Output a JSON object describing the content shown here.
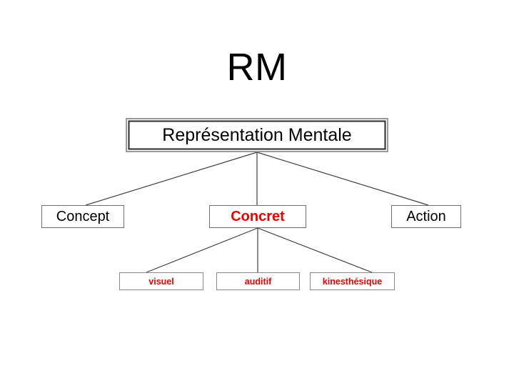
{
  "slide": {
    "title": "RM",
    "background": "#ffffff"
  },
  "colors": {
    "accent_red": "#EE0000",
    "text_black": "#000000",
    "line_gray": "#3f3f3f",
    "border_gray": "#6e6e6e"
  },
  "diagram": {
    "type": "tree",
    "root": {
      "label": "Représentation Mentale",
      "color": "#000000"
    },
    "level2": [
      {
        "label": "Concept",
        "color": "#000000"
      },
      {
        "label": "Concret",
        "color": "#EE0000"
      },
      {
        "label": "Action",
        "color": "#000000"
      }
    ],
    "level3": [
      {
        "label": "visuel",
        "color": "#EE0000"
      },
      {
        "label": "auditif",
        "color": "#EE0000"
      },
      {
        "label": "kinesthésique",
        "color": "#EE0000"
      }
    ]
  }
}
